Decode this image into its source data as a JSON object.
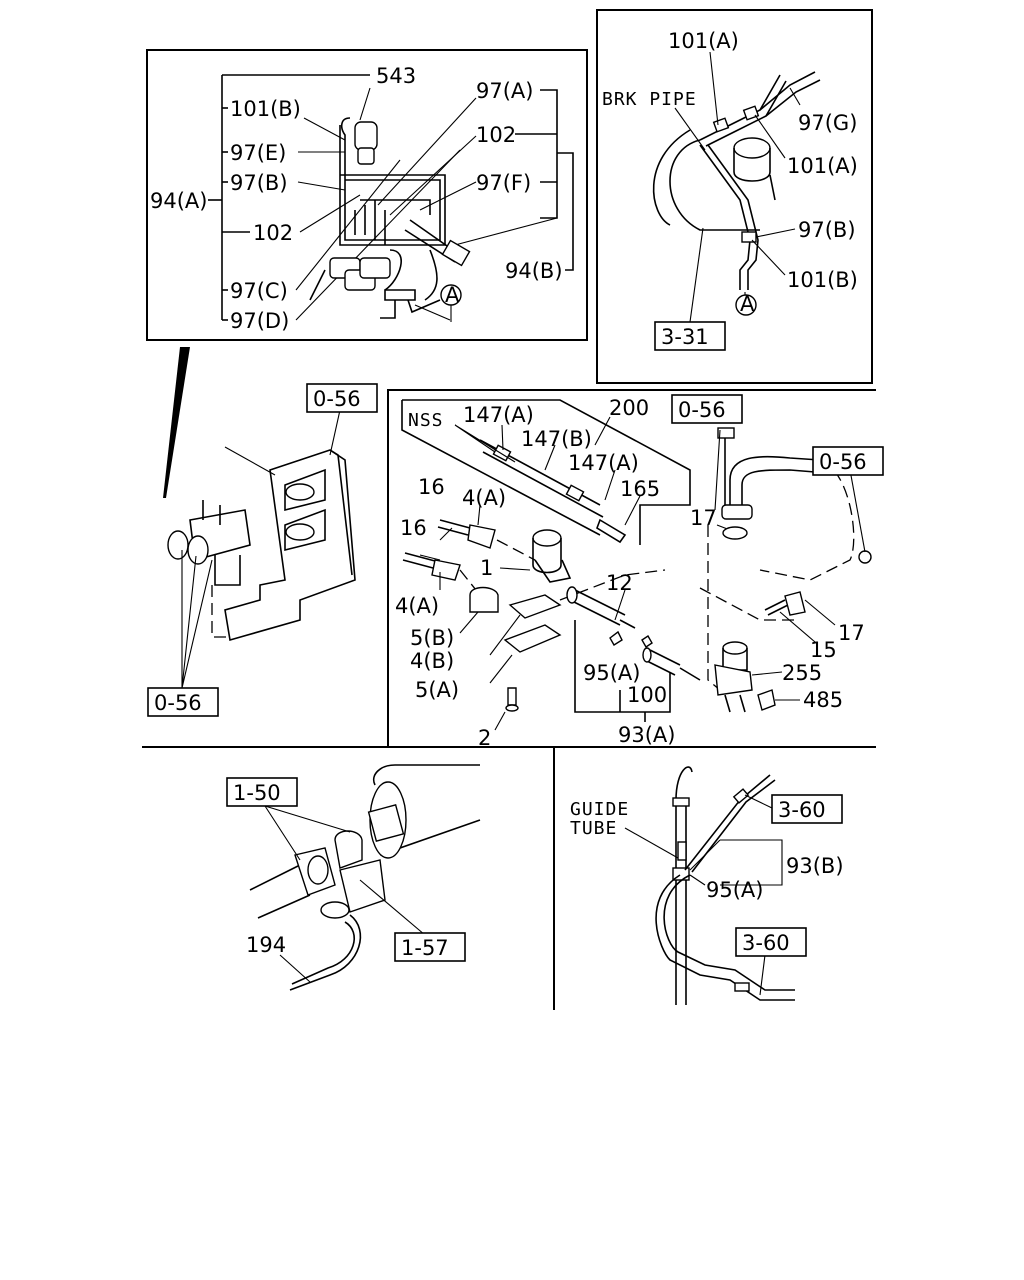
{
  "panel_top_left": {
    "labels": {
      "l543": "543",
      "l101b": "101(B)",
      "l97e": "97(E)",
      "l97b": "97(B)",
      "l94a": "94(A)",
      "l102a": "102",
      "l97c": "97(C)",
      "l97d": "97(D)",
      "l97a": "97(A)",
      "l102b": "102",
      "l97f": "97(F)",
      "l94b": "94(B)",
      "circleA": "A"
    }
  },
  "panel_top_right": {
    "labels": {
      "l101a_top": "101(A)",
      "brk_pipe": "BRK PIPE",
      "l97g": "97(G)",
      "l101a_mid": "101(A)",
      "l97b": "97(B)",
      "l101b": "101(B)",
      "circleA": "A",
      "ref331": "3-31"
    }
  },
  "panel_middle_left": {
    "labels": {
      "ref056_top": "0-56",
      "ref056_bottom": "0-56"
    }
  },
  "panel_middle_right": {
    "labels": {
      "nss": "NSS",
      "l147a_1": "147(A)",
      "l200": "200",
      "ref056_a": "0-56",
      "l147b": "147(B)",
      "l147a_2": "147(A)",
      "ref056_b": "0-56",
      "l16_1": "16",
      "l4a_1": "4(A)",
      "l165": "165",
      "l16_2": "16",
      "l17_1": "17",
      "l1": "1",
      "l12": "12",
      "l4a_2": "4(A)",
      "l5b": "5(B)",
      "l17_2": "17",
      "l15": "15",
      "l4b": "4(B)",
      "l255": "255",
      "l95a": "95(A)",
      "l5a": "5(A)",
      "l100": "100",
      "l485": "485",
      "l2": "2",
      "l93a": "93(A)"
    }
  },
  "panel_bottom_left": {
    "labels": {
      "ref150": "1-50",
      "l194": "194",
      "ref157": "1-57"
    }
  },
  "panel_bottom_right": {
    "labels": {
      "guide": "GUIDE",
      "tube": "TUBE",
      "ref360_top": "3-60",
      "l93b": "93(B)",
      "l95a": "95(A)",
      "ref360_bottom": "3-60"
    }
  }
}
